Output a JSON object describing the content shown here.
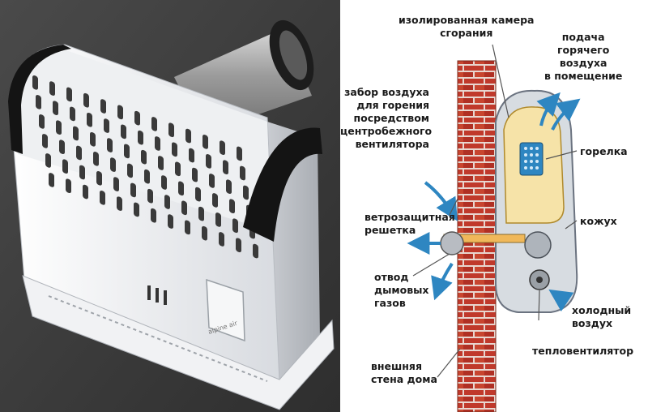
{
  "photo": {
    "brand_text": "alpine air"
  },
  "labels": {
    "chamber": [
      "изолированная камера",
      "сгорания"
    ],
    "hot_air": [
      "подача",
      "горячего",
      "воздуха",
      "в помещение"
    ],
    "intake": [
      "забор воздуха",
      "для горения",
      "посредством",
      "центробежного",
      "вентилятора"
    ],
    "burner": "горелка",
    "wind_grille": [
      "ветрозащитная",
      "решетка"
    ],
    "casing": "кожух",
    "flue": [
      "отвод",
      "дымовых",
      "газов"
    ],
    "cold_air": [
      "холодный",
      "воздух"
    ],
    "fan": "тепловентилятор",
    "wall": [
      "внешняя",
      "стена дома"
    ]
  },
  "colors": {
    "brick": "#c0392b",
    "mortar": "#e8d6cf",
    "chamber_fill": "#f6e3a8",
    "casing_fill": "#d7dce1",
    "arrow_blue": "#2e86c1"
  }
}
